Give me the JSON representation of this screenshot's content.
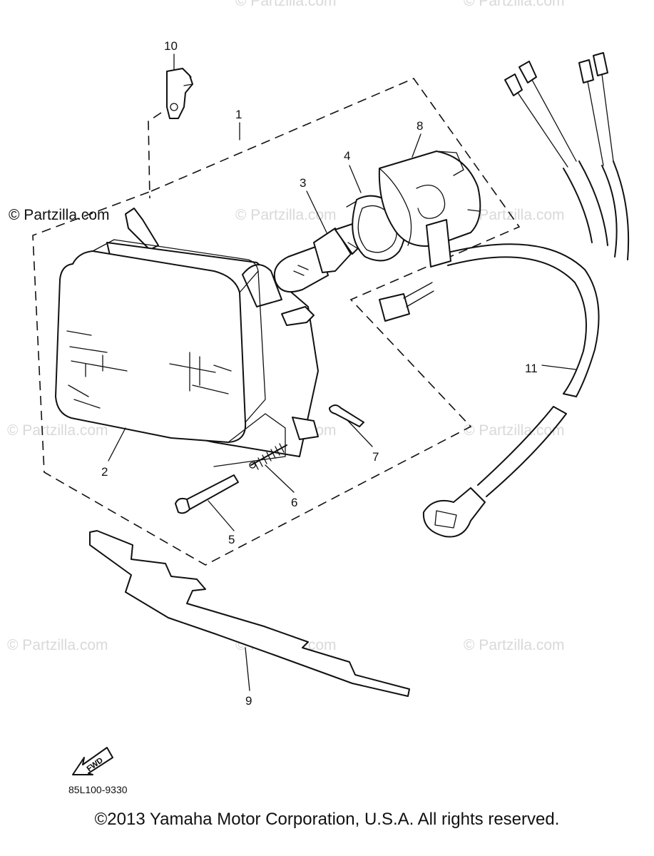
{
  "watermark": {
    "text": "© Partzilla.com",
    "main_text": "© Partzilla.com"
  },
  "callouts": [
    {
      "id": "c1",
      "label": "1"
    },
    {
      "id": "c2",
      "label": "2"
    },
    {
      "id": "c3",
      "label": "3"
    },
    {
      "id": "c4",
      "label": "4"
    },
    {
      "id": "c5",
      "label": "5"
    },
    {
      "id": "c6",
      "label": "6"
    },
    {
      "id": "c7",
      "label": "7"
    },
    {
      "id": "c8",
      "label": "8"
    },
    {
      "id": "c9",
      "label": "9"
    },
    {
      "id": "c10",
      "label": "10"
    },
    {
      "id": "c11",
      "label": "11"
    }
  ],
  "fwd_label": "FWD",
  "diagram_code": "85L100-9330",
  "copyright": "©2013 Yamaha Motor Corporation, U.S.A. All rights reserved."
}
